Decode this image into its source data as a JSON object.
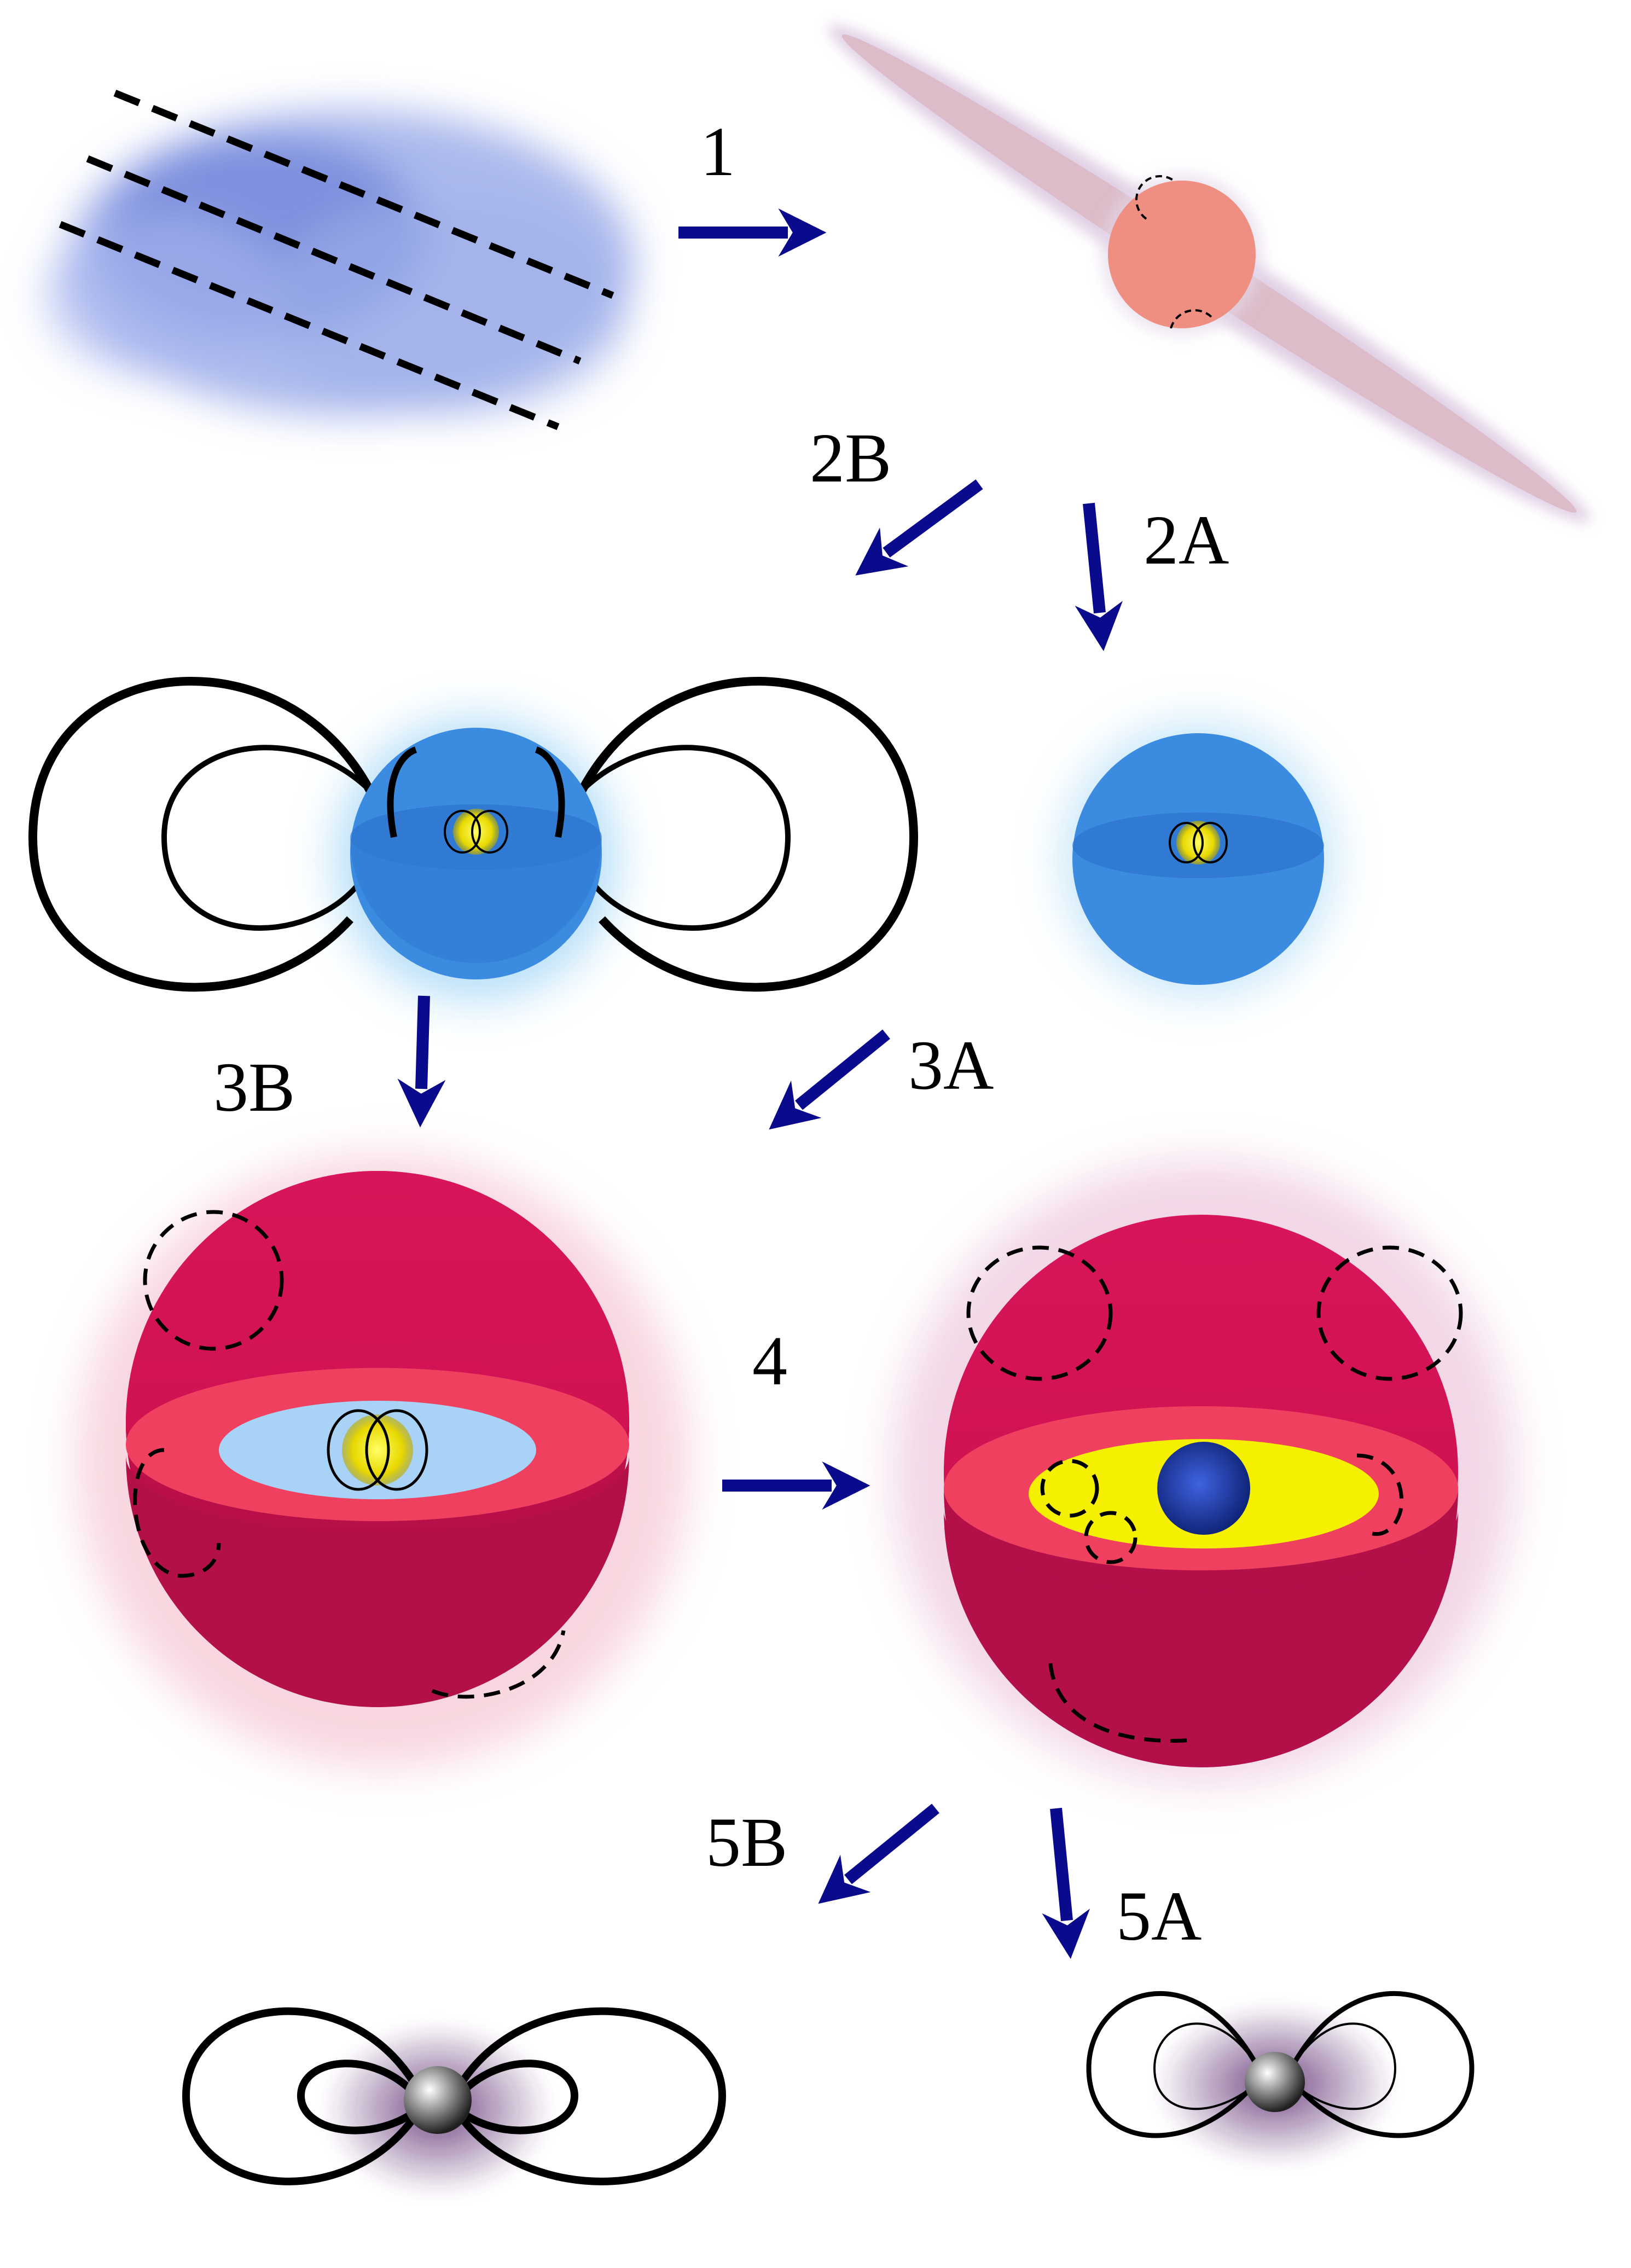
{
  "labels": {
    "step1": "1",
    "step2a": "2A",
    "step2b": "2B",
    "step3a": "3A",
    "step3b": "3B",
    "step4": "4",
    "step5a": "5A",
    "step5b": "5B"
  },
  "colors": {
    "arrow": "#0a0a8c",
    "cloud": "#6f86dc",
    "protostar": "#ee8f82",
    "disk": "#d9b9c6",
    "blue_star": "#3b8be0",
    "red_giant": "#d3114f",
    "red_giant_band": "#f0405f",
    "core_light": "#a9d2f7",
    "core_yellow": "#f5f000",
    "core_inner": "#1a3db0",
    "remnant": "#555555",
    "field_lines": "#000000"
  }
}
